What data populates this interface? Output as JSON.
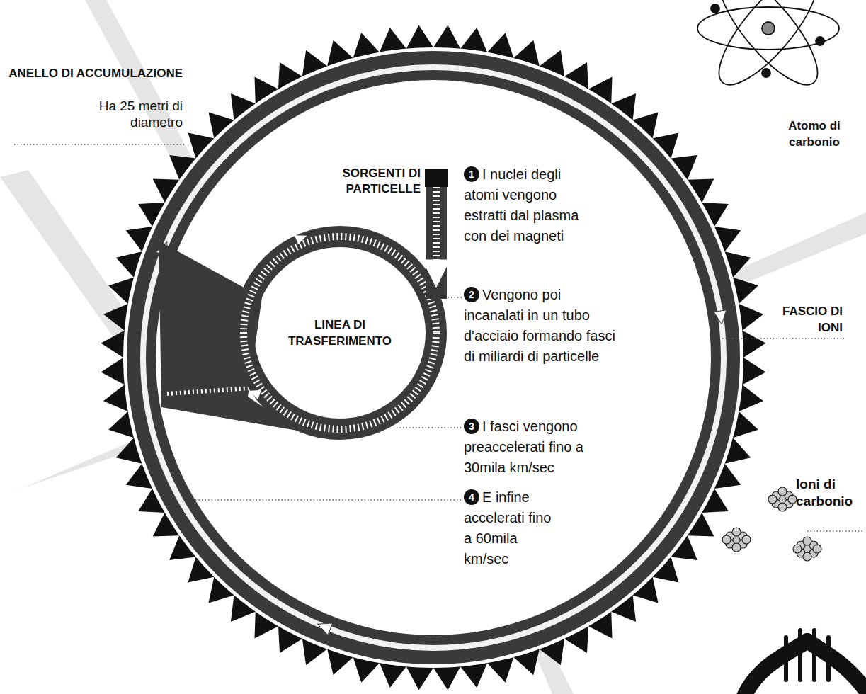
{
  "diagram": {
    "nodes": [
      {
        "text": [
          "SORGENTI DI PARTICELLE"
        ]
      },
      {
        "text": [
          "LINEA DI TRASFERIMENTO"
        ]
      }
    ],
    "edges": [
      {
        "from": 0,
        "to": 1,
        "arrow": "to"
      }
    ],
    "labels": [
      "ANELLO DI ACCUMULAZIONE",
      "Ha 25 metri di diametro",
      "Atomo di carbonio",
      "1",
      "I nuclei degli atomi vengono estratti dal plasma con dei magneti",
      "2",
      "Vengono poi incanalati in un tubo d'acciaio formando fasci di miliardi di particelle",
      "FASCIO DI IONI",
      "3",
      "I fasci vengono preaccelerati fino a 30mila km/sec",
      "4",
      "E infine accelerati fino a 60mila km/sec",
      "Ioni di carbonio"
    ]
  }
}
